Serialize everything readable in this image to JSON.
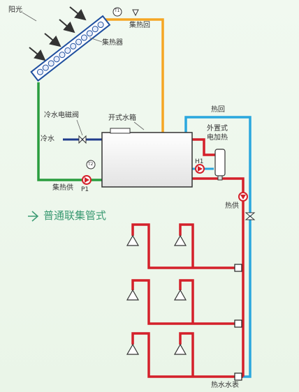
{
  "labels": {
    "sunlight": "阳光",
    "collector": "集热器",
    "collector_return": "集热回",
    "cold_valve": "冷水电磁阀",
    "cold_water": "冷水",
    "open_tank": "开式水箱",
    "hot_return": "热回",
    "ext_heater": "外置式\n电加热",
    "collector_supply": "集热供",
    "pump1": "P1",
    "heater_id": "H1",
    "hot_supply": "热供",
    "sensor1": "T1",
    "sensor2": "T2",
    "hot_meter": "热水水表"
  },
  "title": "普通联集管式",
  "colors": {
    "orange": "#f5a623",
    "green": "#2a9d3e",
    "blue": "#2aa7de",
    "red": "#d4202a",
    "navy": "#1f3b8c"
  }
}
